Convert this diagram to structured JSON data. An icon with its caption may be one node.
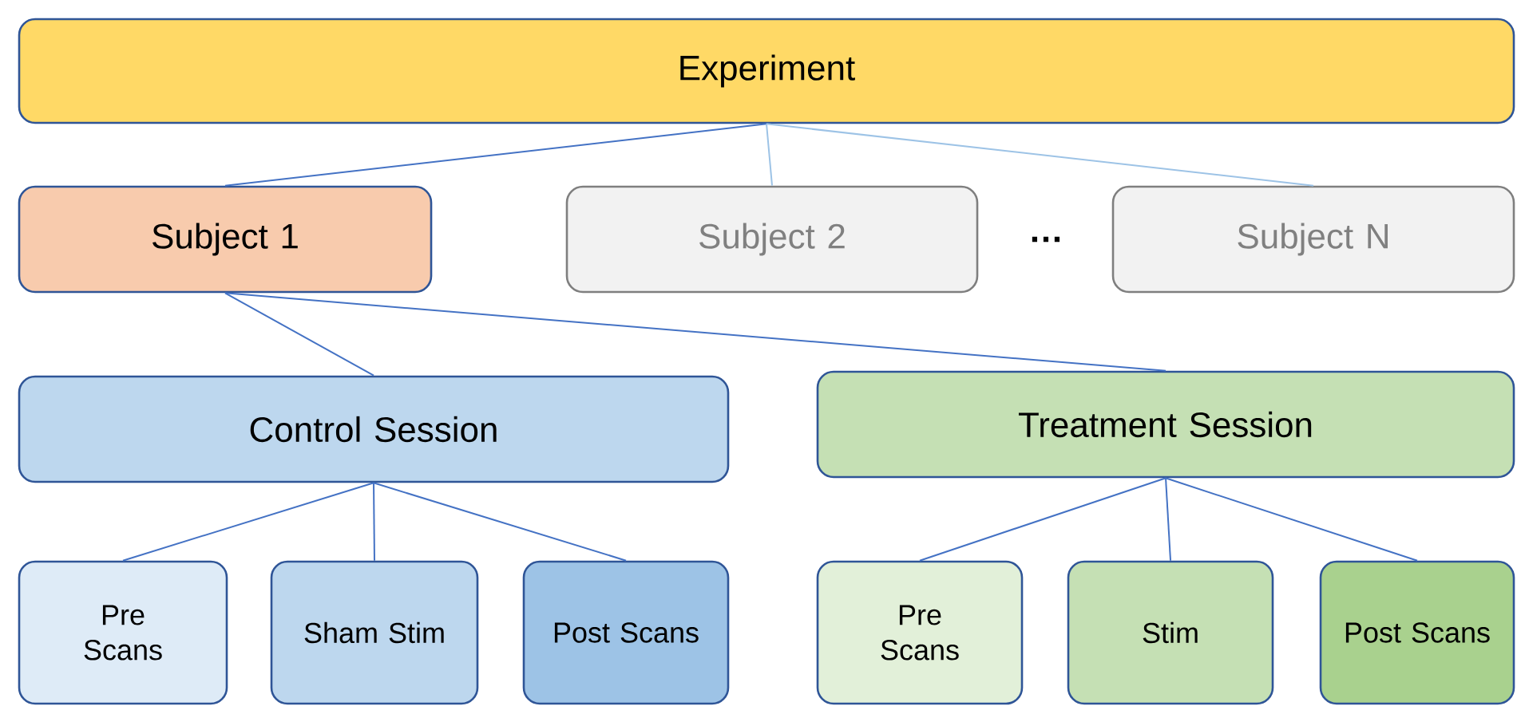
{
  "diagram": {
    "nodes": [
      {
        "text": [
          "Experiment"
        ]
      },
      {
        "text": [
          "Subject 1"
        ]
      },
      {
        "text": [
          "Subject 2"
        ]
      },
      {
        "text": [
          "Subject N"
        ]
      },
      {
        "text": [
          "Control Session"
        ]
      },
      {
        "text": [
          "Treatment Session"
        ]
      },
      {
        "text": [
          "Pre Scans"
        ]
      },
      {
        "text": [
          "Sham Stim"
        ]
      },
      {
        "text": [
          "Post Scans"
        ]
      },
      {
        "text": [
          "Pre Scans"
        ]
      },
      {
        "text": [
          "Stim"
        ]
      },
      {
        "text": [
          "Post Scans"
        ]
      }
    ],
    "edges": [
      {
        "from": 0,
        "to": 1,
        "arrow": "none"
      },
      {
        "from": 0,
        "to": 2,
        "arrow": "none",
        "color": "#9dc3e6"
      },
      {
        "from": 0,
        "to": 3,
        "arrow": "none",
        "color": "#9dc3e6"
      },
      {
        "from": 1,
        "to": 4,
        "arrow": "none"
      },
      {
        "from": 1,
        "to": 5,
        "arrow": "none"
      },
      {
        "from": 4,
        "to": 6,
        "arrow": "none"
      },
      {
        "from": 4,
        "to": 7,
        "arrow": "none"
      },
      {
        "from": 4,
        "to": 8,
        "arrow": "none"
      },
      {
        "from": 5,
        "to": 9,
        "arrow": "none"
      },
      {
        "from": 5,
        "to": 10,
        "arrow": "none"
      },
      {
        "from": 5,
        "to": 11,
        "arrow": "none"
      }
    ],
    "labels": [
      "…"
    ]
  }
}
